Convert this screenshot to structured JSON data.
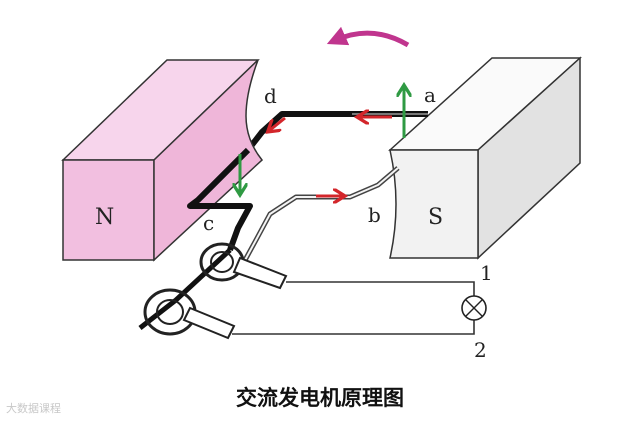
{
  "labels": {
    "north": "N",
    "south": "S",
    "a": "a",
    "b": "b",
    "c": "c",
    "d": "d",
    "terminal_1": "1",
    "terminal_2": "2"
  },
  "caption": "交流发电机原理图",
  "watermark": "大数据课程",
  "colors": {
    "north_pole": "#f2bfe0",
    "north_top": "#f7d5ec",
    "south_pole": "#f2f2f2",
    "rotation_arrow": "#c0358e",
    "current_arrow": "#d3262b",
    "force_arrow": "#2f9a43"
  }
}
